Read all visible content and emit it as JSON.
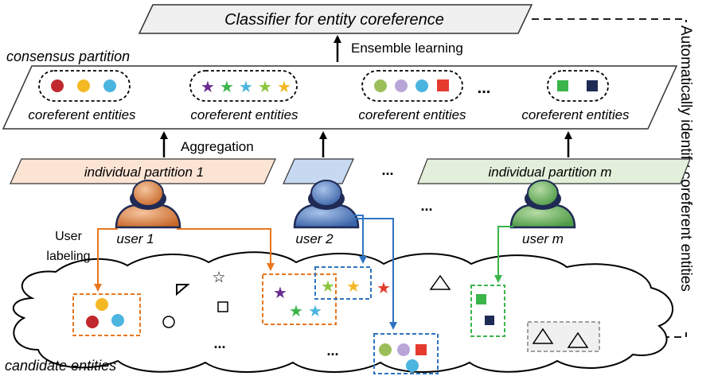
{
  "classifier": {
    "label": "Classifier for entity coreference"
  },
  "ensemble": {
    "label": "Ensemble learning"
  },
  "consensus": {
    "title": "consensus partition",
    "groups": [
      {
        "label": "coreferent entities"
      },
      {
        "label": "coreferent entities"
      },
      {
        "label": "coreferent entities"
      },
      {
        "label": "coreferent entities"
      }
    ],
    "ellipsis": "..."
  },
  "aggregation": {
    "label": "Aggregation"
  },
  "partitions": {
    "first": "individual partition 1",
    "last": "individual partition m",
    "ellipsis": "..."
  },
  "users": {
    "u1": "user 1",
    "u2": "user 2",
    "um": "user m",
    "ellipsis": "...",
    "labeling_line1": "User",
    "labeling_line2": "labeling"
  },
  "side_label": "Automatically identify coreferent entities",
  "candidates": {
    "label": "candidate entities",
    "ellipsis1": "...",
    "ellipsis2": "..."
  },
  "colors": {
    "orange": "#E8761E",
    "blue": "#2F73C0",
    "green": "#3AB54A",
    "gray": "#A0A0A0",
    "partition1_fill": "#FCE4D4",
    "partition2_fill": "#C6D9F1",
    "partitionm_fill": "#E2EFDA"
  }
}
